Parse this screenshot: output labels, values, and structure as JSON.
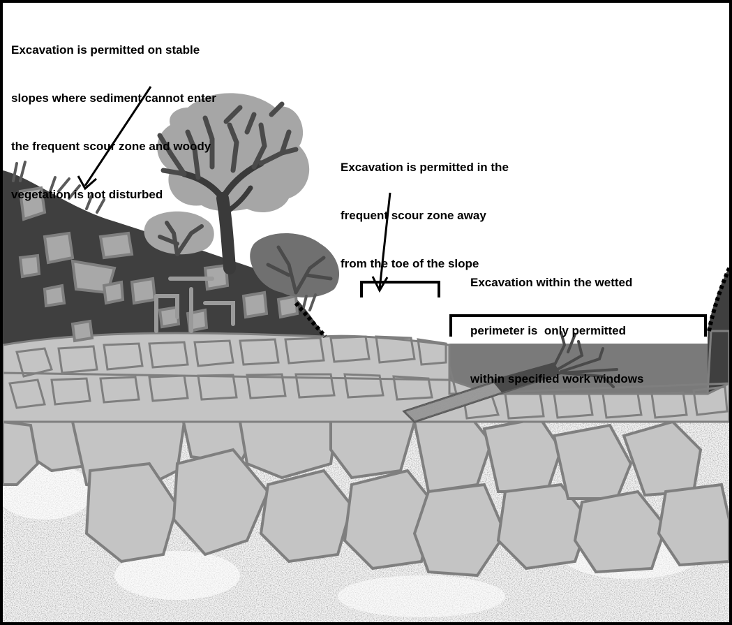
{
  "captions": [
    {
      "lines": [
        "Excavation is permitted on stable",
        "slopes where sediment cannot enter",
        "the frequent scour zone and woody",
        "vegetation is not disturbed"
      ]
    },
    {
      "lines": [
        "Excavation is permitted in the",
        "frequent scour zone away",
        "from the toe of the slope"
      ]
    },
    {
      "lines": [
        "Excavation within the wetted",
        "perimeter is  only permitted",
        "within specified work windows"
      ]
    }
  ],
  "colors": {
    "background": "#ffffff",
    "border": "#000000",
    "bank_soil": "#3f3f3f",
    "canopy_light": "#a6a6a6",
    "branches": "#4a4a4a",
    "tree_trunk": "#3a3a3a",
    "water": "#7a7a7a",
    "rock_fill": "#c4c4c4",
    "rock_outline": "#7f7f7f",
    "gravel_speckle": "#6e6e6e",
    "log": "#8a8a8a"
  },
  "icons": [
    "arrow-stable-slope",
    "arrow-scour-zone",
    "bracket-scour-zone",
    "bracket-wetted-perimeter"
  ]
}
